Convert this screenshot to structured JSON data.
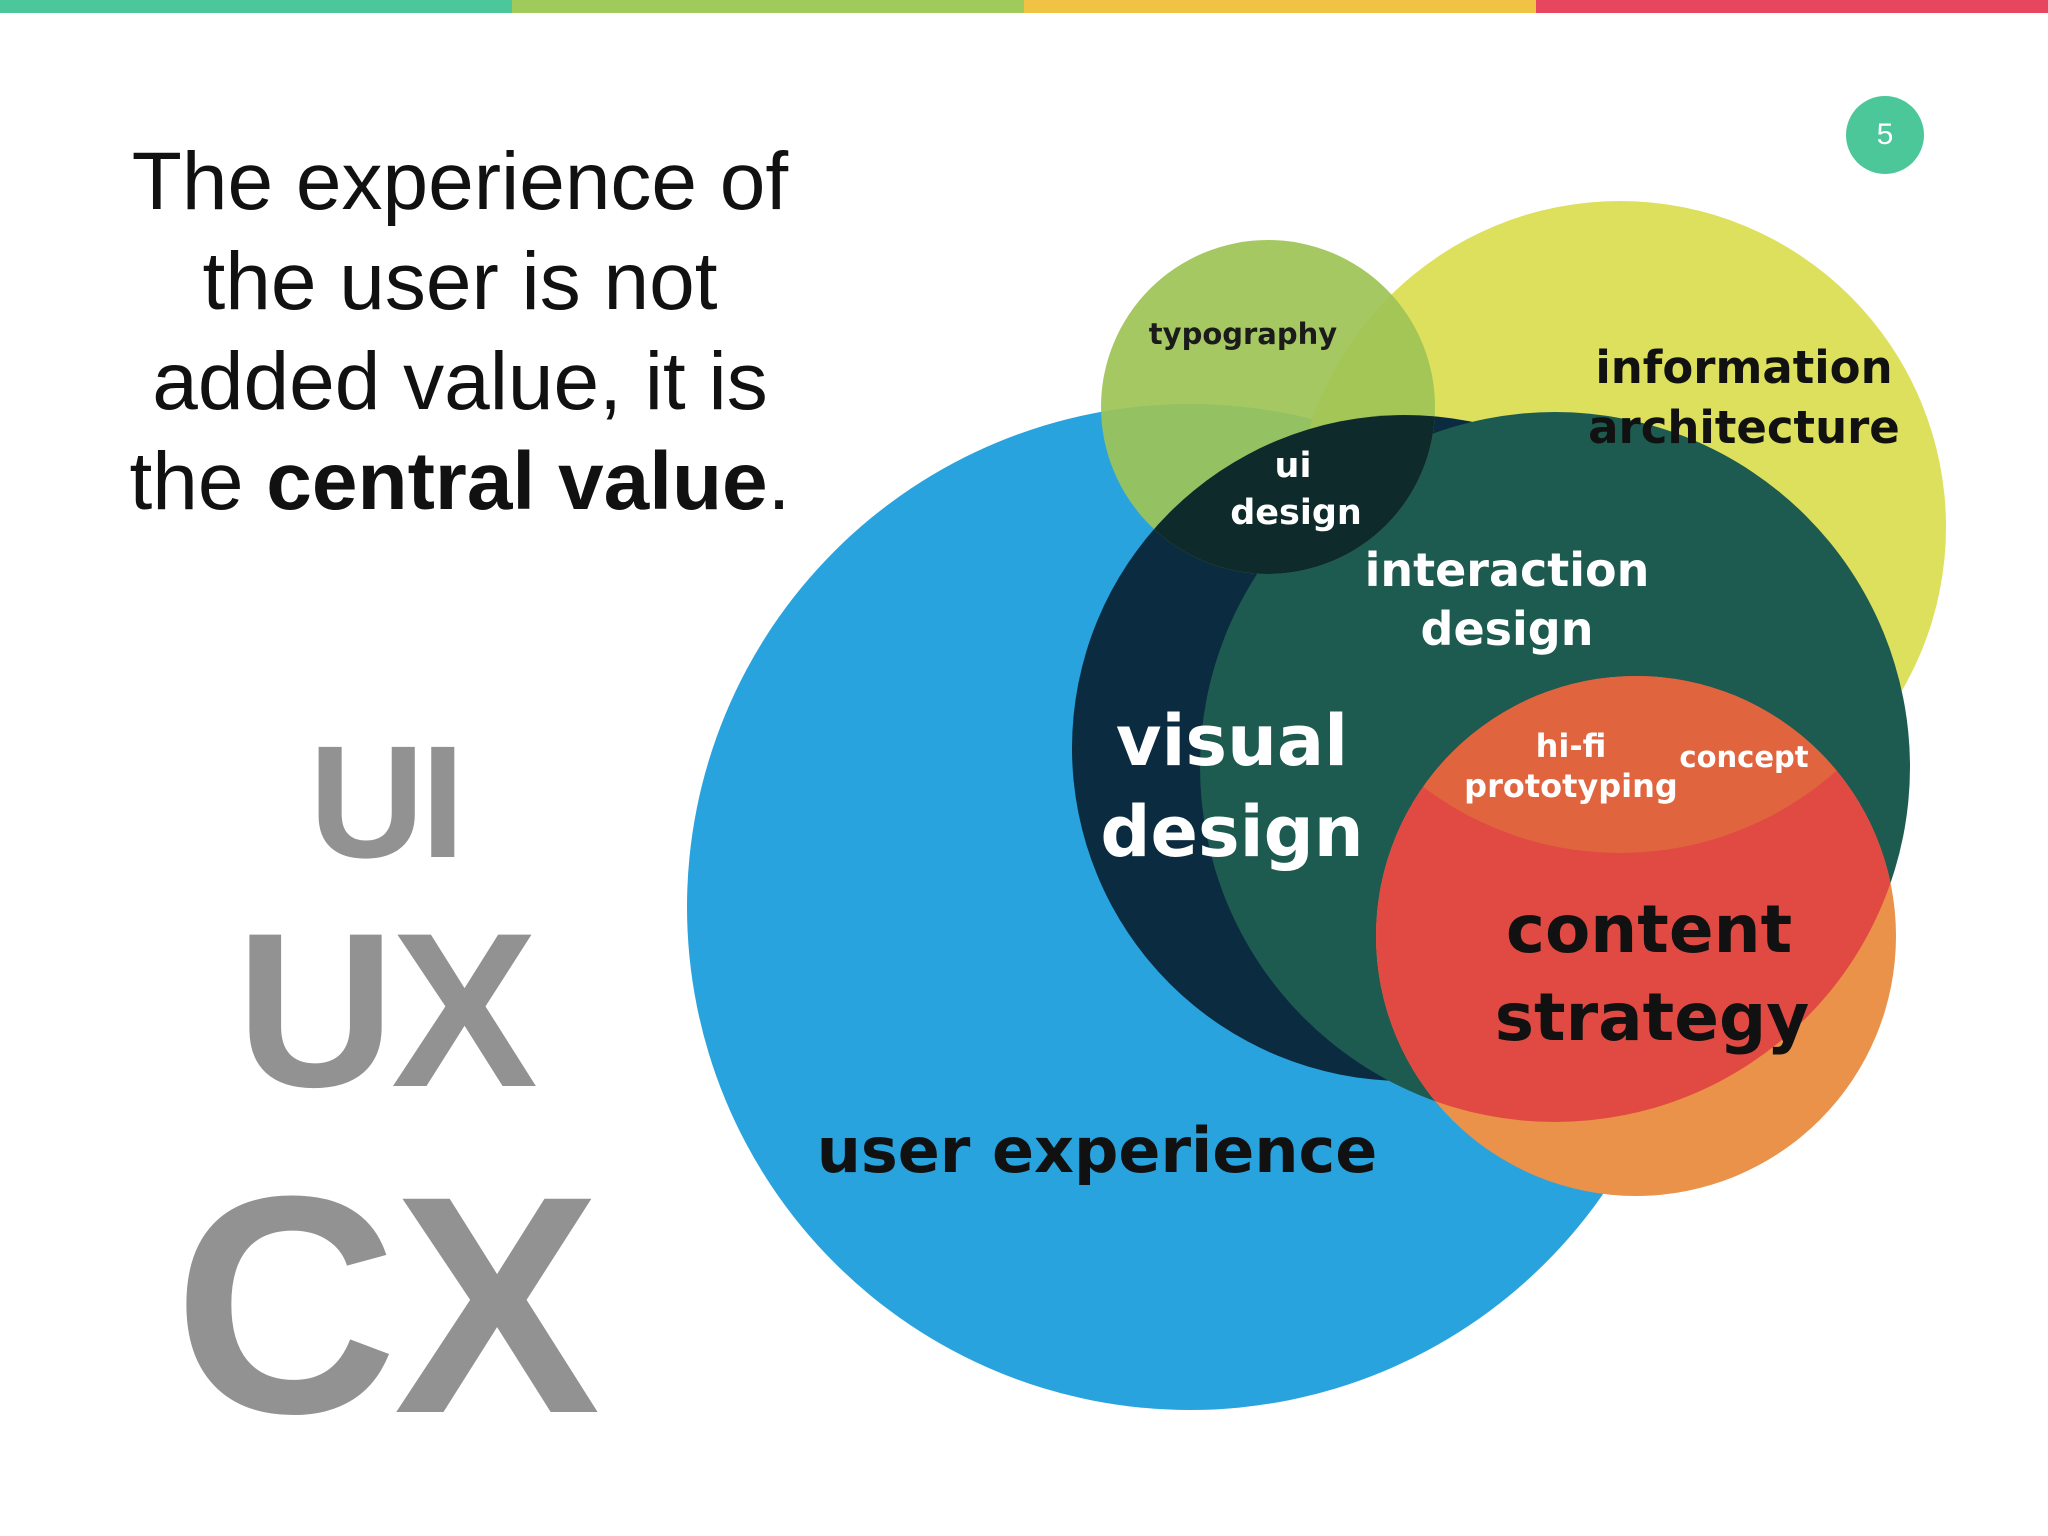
{
  "slide": {
    "page_number": "5",
    "stripe_colors": [
      "#4cc79a",
      "#9fcb5a",
      "#f0c345",
      "#e8465e"
    ],
    "page_number_color": "#4cc79a"
  },
  "headline": {
    "line1": "The experience of",
    "line2": "the user is not",
    "line3": "added value, it is",
    "line4_prefix": "the ",
    "line4_strong": "central value",
    "line4_suffix": "."
  },
  "acronyms": {
    "ui": "UI",
    "ux": "UX",
    "cx": "CX"
  },
  "diagram": {
    "circles": {
      "user_experience": "user experience",
      "visual_design": [
        "visual",
        "design"
      ],
      "typography": "typography",
      "information_architecture": [
        "information",
        "architecture"
      ],
      "interaction_design": [
        "interaction",
        "design"
      ],
      "content_strategy": [
        "content",
        "strategy"
      ]
    },
    "overlaps": {
      "ui_design": [
        "ui",
        "design"
      ],
      "hi_fi_prototyping": [
        "hi-fi",
        "prototyping"
      ],
      "concept": "concept"
    },
    "colors": {
      "user_experience": "#29a3dd",
      "visual_design": "#0b2b40",
      "typography": "#9dc356",
      "information_architecture": "#dde05c",
      "interaction_design": "#1d5a50",
      "content_strategy": "#eb924a",
      "ui_design": "#0f2a2a",
      "hi_fi_prototyping": "#e14a43",
      "concept": "#e0653e"
    }
  }
}
